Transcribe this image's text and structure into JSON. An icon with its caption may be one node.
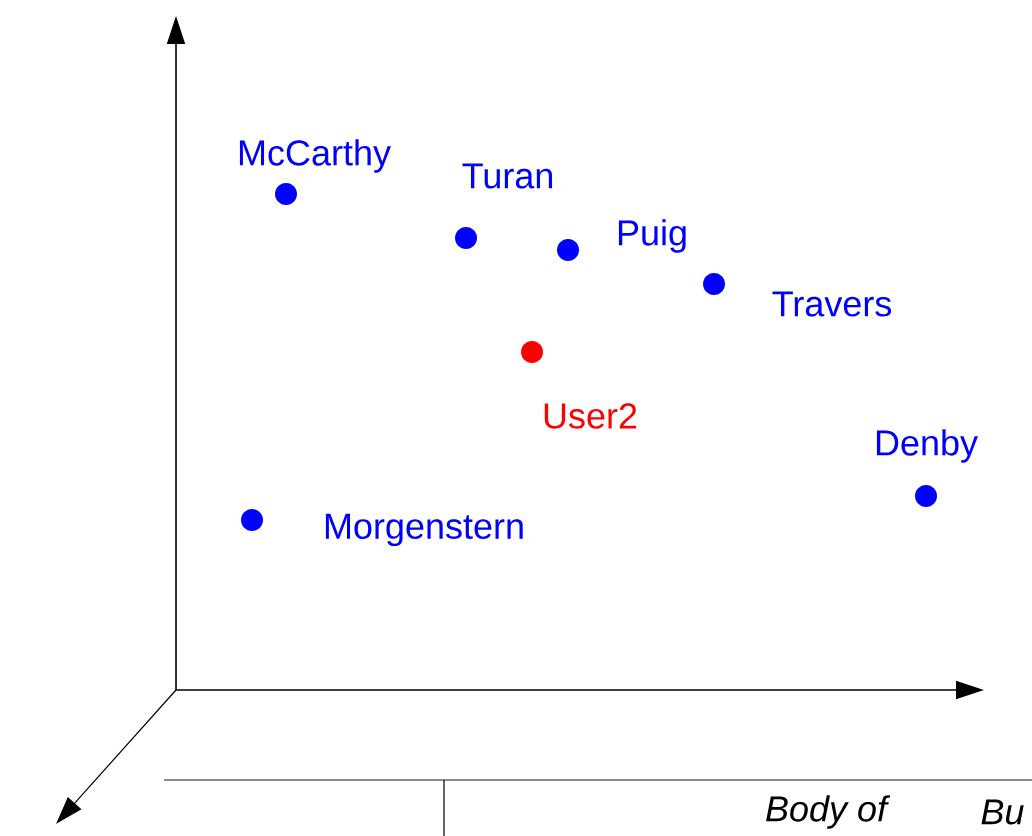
{
  "diagram": {
    "nodes": [
      {
        "text": [],
        "shape": "circle",
        "beside": [
          "McCarthy"
        ]
      },
      {
        "text": [],
        "shape": "circle",
        "beside": [
          "Turan"
        ]
      },
      {
        "text": [],
        "shape": "circle",
        "beside": [
          "Puig"
        ]
      },
      {
        "text": [],
        "shape": "circle",
        "beside": [
          "Travers"
        ]
      },
      {
        "text": [],
        "shape": "circle",
        "beside": [
          "User2"
        ]
      },
      {
        "text": [],
        "shape": "circle",
        "beside": [
          "Denby"
        ]
      },
      {
        "text": [],
        "shape": "circle",
        "beside": [
          "Morgenstern"
        ]
      }
    ],
    "labels": [
      "Body of",
      "Bu"
    ]
  }
}
